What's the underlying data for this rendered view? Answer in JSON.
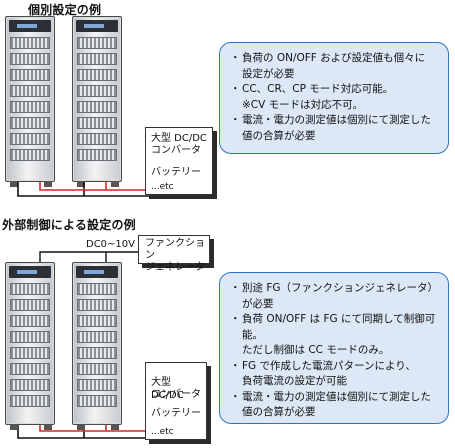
{
  "individual": {
    "heading": "個別設定の例",
    "device_lines": [
      "大型 DC/DC",
      "コンバータ",
      "バッテリー",
      "...etc"
    ],
    "info_items": [
      {
        "bullet": "・",
        "text": "負荷の ON/OFF および設定値も個々に",
        "cont": "設定が必要"
      },
      {
        "bullet": "・",
        "text": "CC、CR、CP モード対応可能。",
        "cont": "※CV モードは対応不可。"
      },
      {
        "bullet": "・",
        "text": "電流・電力の測定値は個別にて測定した",
        "cont": "値の合算が必要"
      }
    ]
  },
  "external": {
    "heading": "外部制御による設定の例",
    "dc_label": "DC0~10V",
    "fg_lines": [
      "ファンクション",
      "ジェネレータ"
    ],
    "device_lines": [
      "大型 DC/DC",
      "コンバータ",
      "バッテリー",
      "...etc"
    ],
    "info_items": [
      {
        "bullet": "・",
        "text": "別途 FG（ファンクションジェネレータ）",
        "cont": "が必要"
      },
      {
        "bullet": "・",
        "text": "負荷 ON/OFF は FG にて同期して制御可能。",
        "cont": "ただし制御は CC モードのみ。"
      },
      {
        "bullet": "・",
        "text": "FG で作成した電流パターンにより、",
        "cont": "負荷電流の設定が可能"
      },
      {
        "bullet": "・",
        "text": "電流・電力の測定値は個別にて測定した",
        "cont": "値の合算が必要"
      }
    ]
  },
  "colors": {
    "wire_black": "#111111",
    "wire_red": "#d8262a",
    "info_border": "#2f74c3",
    "info_fill": "#dde8f6"
  }
}
